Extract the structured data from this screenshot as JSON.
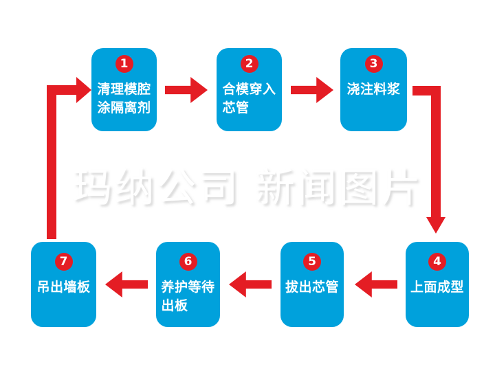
{
  "colors": {
    "background": "#ffffff",
    "box_blue": "#00A1DC",
    "arrow_red": "#E41D24",
    "box_text": "#ffffff",
    "badge_text": "#ffffff"
  },
  "watermark": {
    "text": "玛纳公司 新闻图片"
  },
  "steps": [
    {
      "number": "1",
      "lines": [
        "清理模腔",
        "涂隔离剂"
      ]
    },
    {
      "number": "2",
      "lines": [
        "合模穿入",
        "芯管"
      ]
    },
    {
      "number": "3",
      "lines": [
        "浇注料浆"
      ]
    },
    {
      "number": "4",
      "lines": [
        "上面成型"
      ]
    },
    {
      "number": "5",
      "lines": [
        "拔出芯管"
      ]
    },
    {
      "number": "6",
      "lines": [
        "养护等待",
        "出板"
      ]
    },
    {
      "number": "7",
      "lines": [
        "吊出墙板"
      ]
    }
  ],
  "flow": {
    "sequence": "1→2→3→4→5→6→7→1",
    "loop": true
  }
}
